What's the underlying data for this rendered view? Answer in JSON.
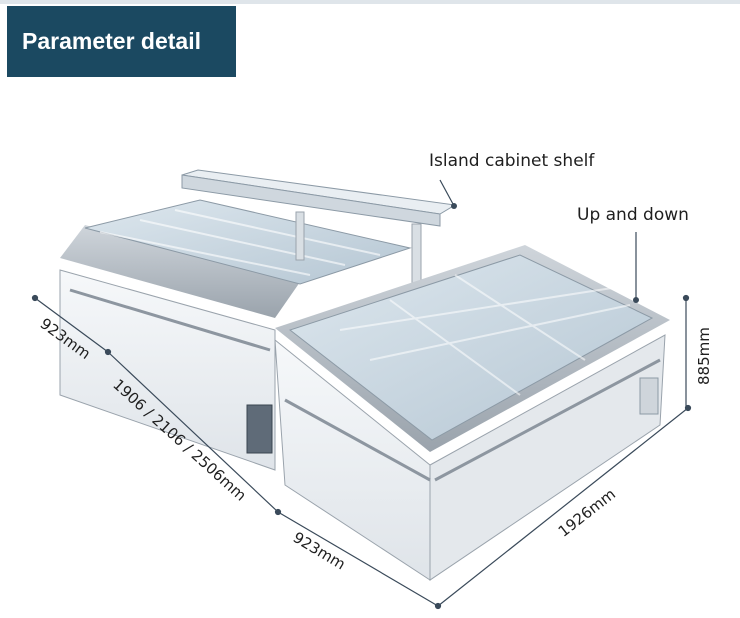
{
  "header": {
    "title": "Parameter detail"
  },
  "callouts": {
    "shelf": "Island cabinet shelf",
    "lid": "Up and down"
  },
  "dimensions": {
    "left_depth": "923mm",
    "left_length": "1906 / 2106 / 2506mm",
    "front_depth": "923mm",
    "front_width": "1926mm",
    "height": "885mm"
  },
  "colors": {
    "header_bg": "#1b4961",
    "body": "#eef1f4",
    "frame": "#b9c0c7",
    "glass": "#c9d6e0",
    "line": "#3a4a5a"
  }
}
